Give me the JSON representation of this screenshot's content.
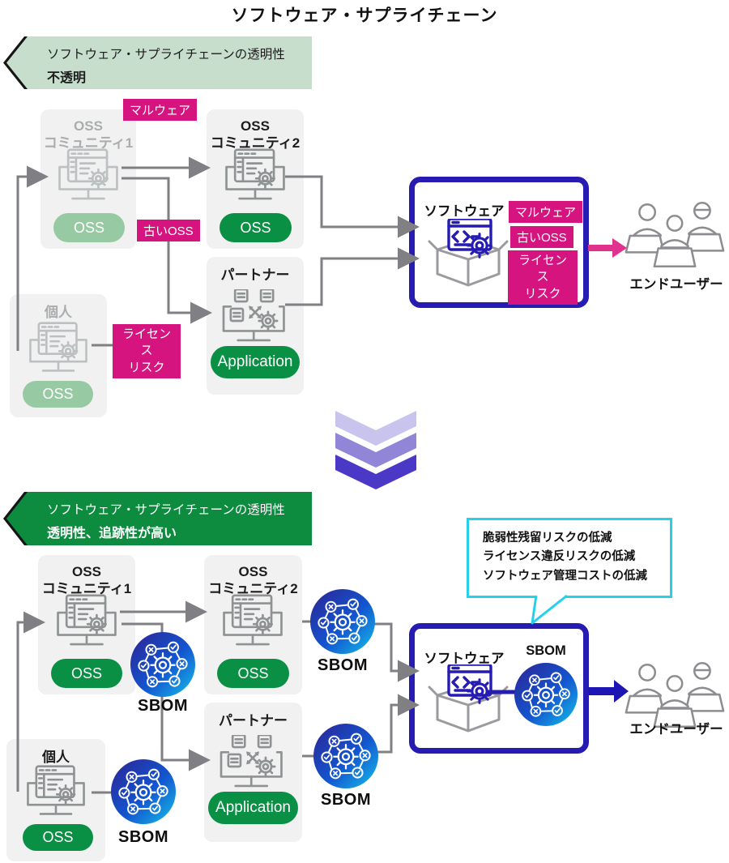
{
  "title": "ソフトウェア・サプライチェーン",
  "colors": {
    "banner_light_green": "#c7decd",
    "banner_dark_green": "#0d8b3e",
    "pill_light_green": "#97c9a3",
    "pill_dark_green": "#0a9044",
    "risk_pink": "#d6147f",
    "deep_blue": "#261cb2",
    "cyan_callout": "#25d1e8",
    "connector_gray": "#7f7f84",
    "chevron_light": "#c9c4ed",
    "chevron_mid": "#9185d8",
    "chevron_dark": "#4c38c6",
    "sbom_gradient_start": "#2d2394",
    "sbom_gradient_end": "#15c1e9"
  },
  "before": {
    "banner": {
      "line1": "ソフトウェア・サプライチェーンの透明性",
      "line2": "不透明"
    },
    "oss_community1": {
      "title_line1": "OSS",
      "title_line2": "コミュニティ1",
      "pill": "OSS"
    },
    "oss_community2": {
      "title_line1": "OSS",
      "title_line2": "コミュニティ2",
      "pill": "OSS"
    },
    "partner": {
      "title": "パートナー",
      "pill": "Application"
    },
    "personal": {
      "title": "個人",
      "pill": "OSS"
    },
    "risk_malware": "マルウェア",
    "risk_old_oss": "古いOSS",
    "risk_license_line1": "ライセンス",
    "risk_license_line2": "リスク",
    "software_box": {
      "title": "ソフトウェア",
      "tag_malware": "マルウェア",
      "tag_old_oss": "古いOSS",
      "tag_license_line1": "ライセンス",
      "tag_license_line2": "リスク"
    },
    "end_user": "エンドユーザー"
  },
  "after": {
    "banner": {
      "line1": "ソフトウェア・サプライチェーンの透明性",
      "line2": "透明性、追跡性が高い"
    },
    "oss_community1": {
      "title_line1": "OSS",
      "title_line2": "コミュニティ1",
      "pill": "OSS",
      "sbom": "SBOM"
    },
    "oss_community2": {
      "title_line1": "OSS",
      "title_line2": "コミュニティ2",
      "pill": "OSS",
      "sbom": "SBOM"
    },
    "partner": {
      "title": "パートナー",
      "pill": "Application",
      "sbom": "SBOM"
    },
    "personal": {
      "title": "個人",
      "pill": "OSS",
      "sbom": "SBOM"
    },
    "software_box": {
      "title": "ソフトウェア",
      "sbom": "SBOM"
    },
    "callout": {
      "line1": "脆弱性残留リスクの低減",
      "line2": "ライセンス違反リスクの低減",
      "line3": "ソフトウェア管理コストの低減"
    },
    "end_user": "エンドユーザー"
  }
}
